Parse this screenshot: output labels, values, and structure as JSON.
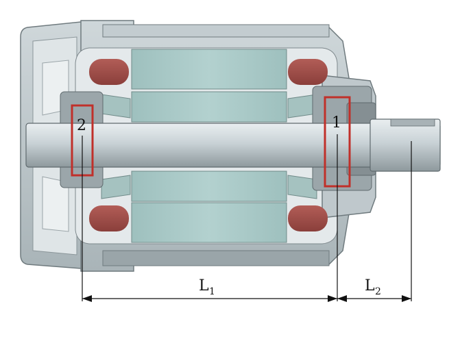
{
  "bearing_labels": {
    "left": "2",
    "right": "1"
  },
  "dimensions": {
    "l1": {
      "main": "L",
      "sub": "1"
    },
    "l2": {
      "main": "L",
      "sub": "2"
    }
  },
  "colors": {
    "frame": "#b9c3c6",
    "frame_dark": "#8f9a9e",
    "frame_light": "#d6dde0",
    "core": "#a7c7c5",
    "winding": "#9b4a46",
    "shaft": "#c9d2d6",
    "highlight": "#c0302a",
    "outline": "#5a6468"
  }
}
